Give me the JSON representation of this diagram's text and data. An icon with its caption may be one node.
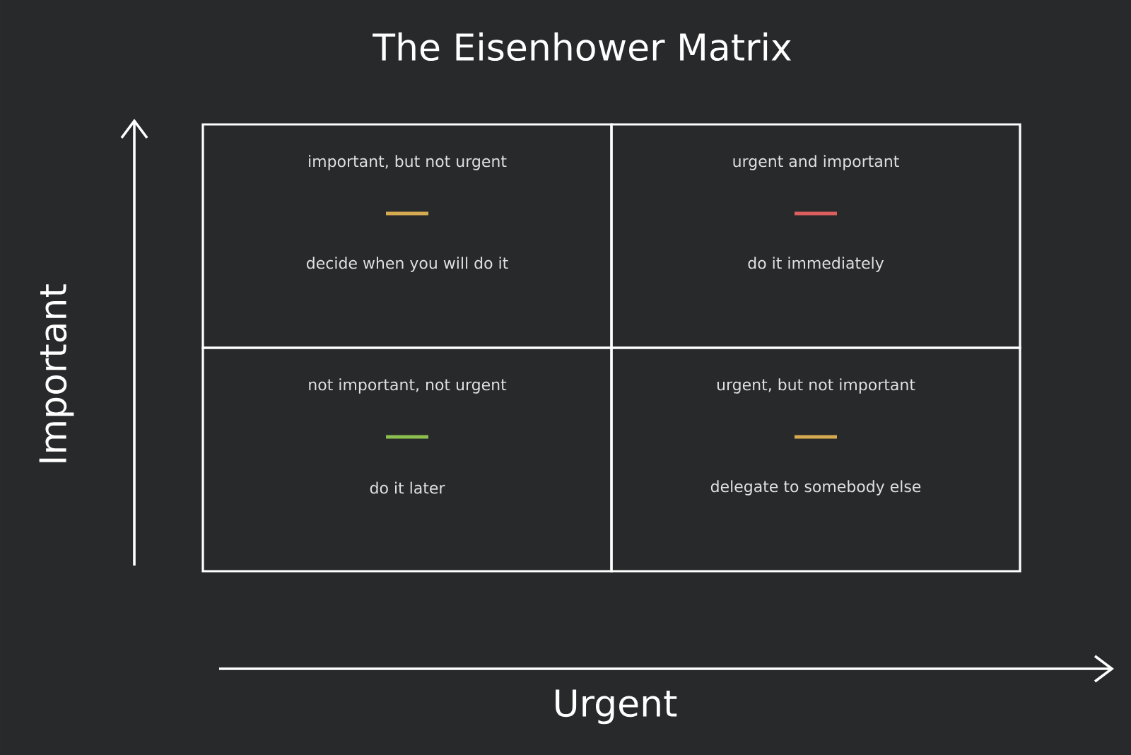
{
  "diagram": {
    "title": "The Eisenhower Matrix",
    "nodes": [
      {
        "text": [
          "important, but not urgent",
          "decide when you will do it"
        ]
      },
      {
        "text": [
          "urgent and important",
          "do it immediately"
        ]
      },
      {
        "text": [
          "not important, not urgent",
          "do it later"
        ]
      },
      {
        "text": [
          "urgent, but not important",
          "delegate to somebody else"
        ]
      }
    ],
    "edges": [],
    "labels": [
      "Important",
      "Urgent"
    ]
  }
}
